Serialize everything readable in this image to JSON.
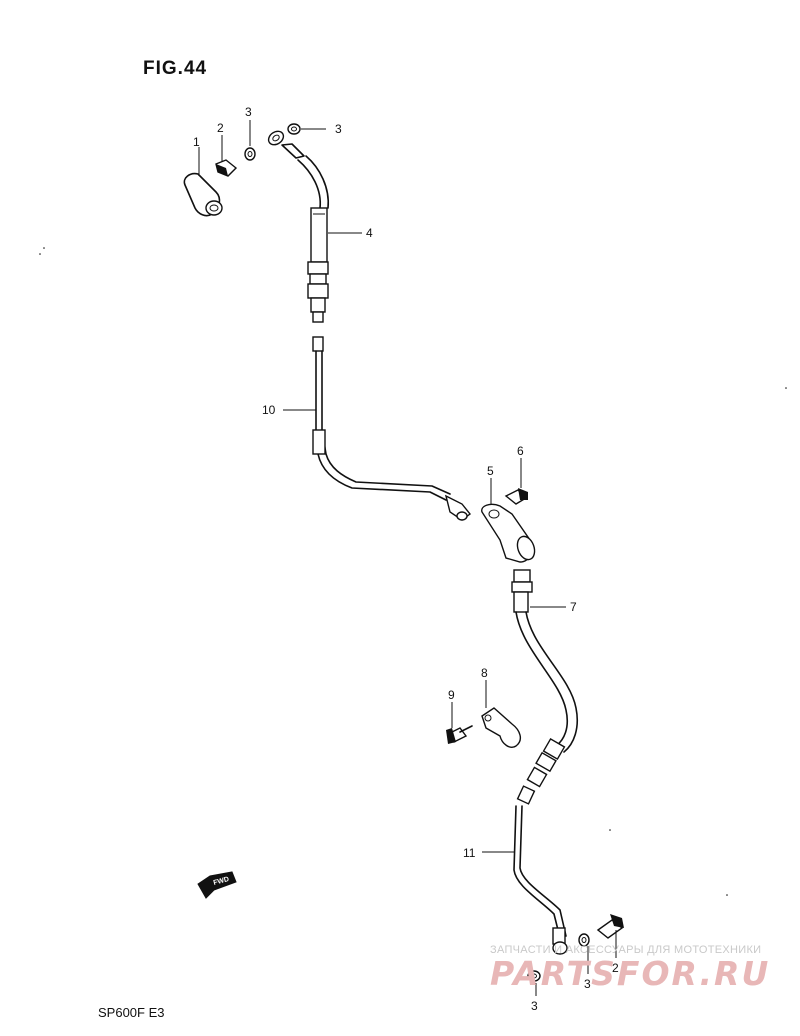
{
  "title": "FIG.44",
  "model": "SP600F  E3",
  "callouts": [
    "1",
    "2",
    "3",
    "3",
    "4",
    "10",
    "5",
    "6",
    "7",
    "8",
    "9",
    "11",
    "3",
    "3",
    "2"
  ],
  "fwd_label": "FWD",
  "watermark": {
    "top": "ЗАПЧАСТИ И АКСЕССУАРЫ ДЛЯ МОТОТЕХНИКИ",
    "main": "PARTSFOR.RU"
  }
}
